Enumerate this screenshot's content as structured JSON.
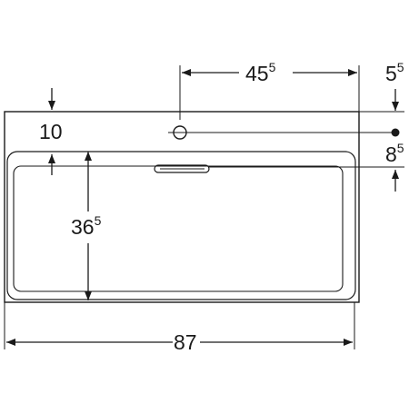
{
  "drawing": {
    "line_color": "#1a1a1a",
    "background": "#ffffff",
    "dimensions": {
      "tap_offset": {
        "main": "45",
        "sup": "5"
      },
      "edge_offset": {
        "main": "5",
        "sup": "5"
      },
      "rim_width": {
        "main": "10"
      },
      "overflow_gap": {
        "main": "8",
        "sup": "5"
      },
      "basin_depth": {
        "main": "36",
        "sup": "5"
      },
      "total_width": {
        "main": "87"
      }
    }
  }
}
